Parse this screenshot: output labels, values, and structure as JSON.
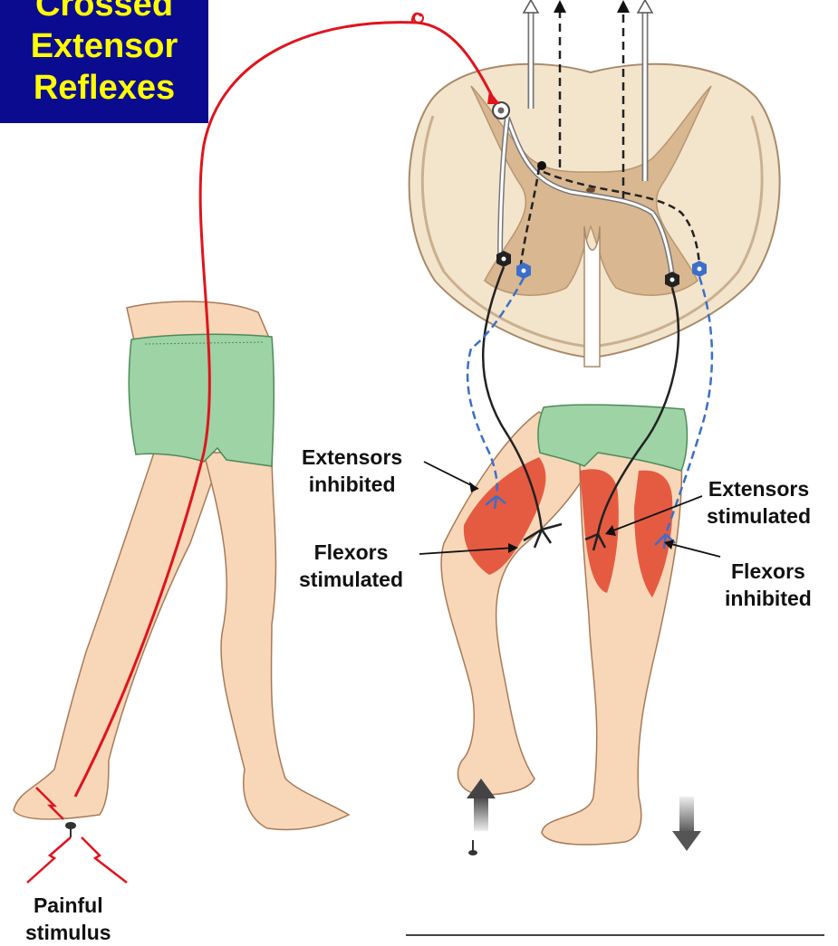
{
  "title": {
    "lines": [
      "Crossed",
      "Extensor",
      "Reflexes"
    ]
  },
  "labels": {
    "extensors_inhibited": [
      "Extensors",
      "inhibited"
    ],
    "flexors_stimulated": [
      "Flexors",
      "stimulated"
    ],
    "extensors_stimulated": [
      "Extensors",
      "stimulated"
    ],
    "flexors_inhibited": [
      "Flexors",
      "inhibited"
    ],
    "painful_stimulus": [
      "Painful",
      "stimulus"
    ]
  },
  "colors": {
    "title_bg": "#0b0b8f",
    "title_text": "#ffff00",
    "sensory_neuron": "#e0141e",
    "inhibitory_neuron": "#3b6fc9",
    "motor_neuron": "#222222",
    "spinal_white_matter": "#f3e4cc",
    "spinal_gray_matter": "#d8b791",
    "skin": "#f7d7b8",
    "shorts": "#9ed3a6",
    "muscle": "#e2452c"
  },
  "icons": [
    "pain-spark-icon",
    "thumbtack-icon",
    "up-arrow-icon",
    "down-arrow-icon"
  ]
}
